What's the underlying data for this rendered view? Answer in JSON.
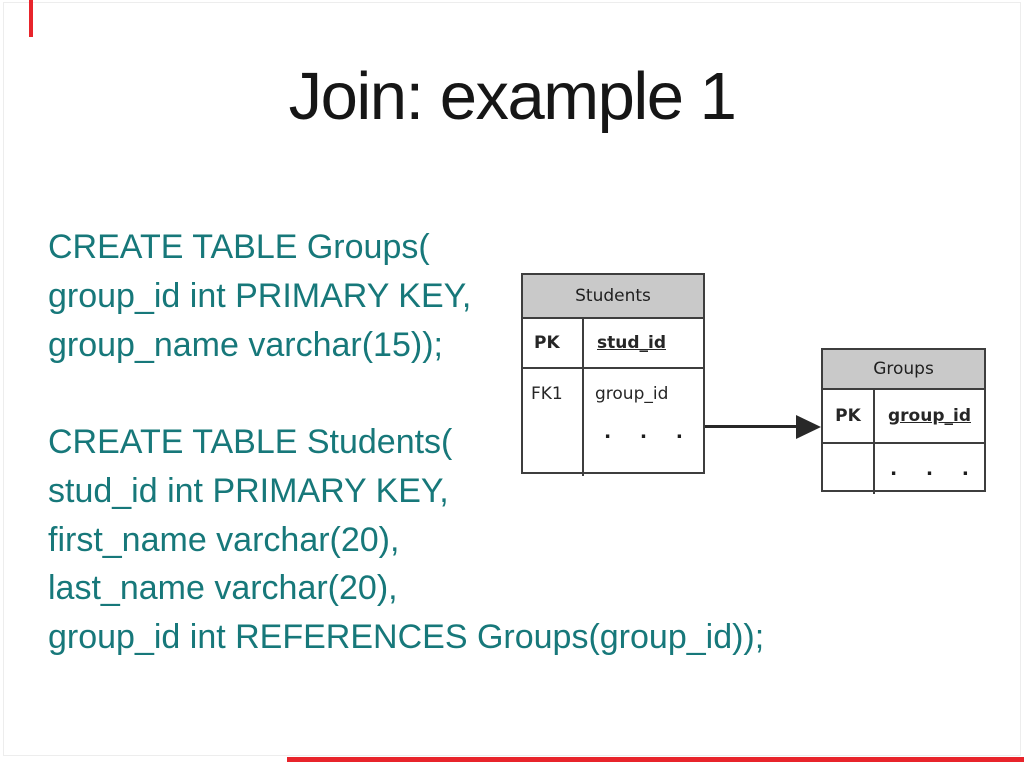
{
  "slide": {
    "title": "Join: example 1",
    "sql_code": {
      "lines": [
        "CREATE TABLE Groups(",
        "group_id int PRIMARY KEY,",
        "group_name varchar(15));",
        "",
        "CREATE TABLE Students(",
        "stud_id int PRIMARY KEY,",
        "first_name varchar(20),",
        "last_name varchar(20),",
        "group_id int REFERENCES Groups(group_id));"
      ]
    },
    "diagram": {
      "students_table": {
        "title": "Students",
        "pk_label": "PK",
        "pk_field": "stud_id",
        "fk_label": "FK1",
        "fk_field": "group_id",
        "ellipsis": ". . ."
      },
      "groups_table": {
        "title": "Groups",
        "pk_label": "PK",
        "pk_field": "group_id",
        "ellipsis": ". . ."
      }
    },
    "colors": {
      "sql_text": "#17787a",
      "title_text": "#161616",
      "table_header_bg": "#c9c9c9",
      "table_border": "#3e3e3e",
      "arrow": "#282828",
      "accent_red": "#e8242b"
    }
  }
}
